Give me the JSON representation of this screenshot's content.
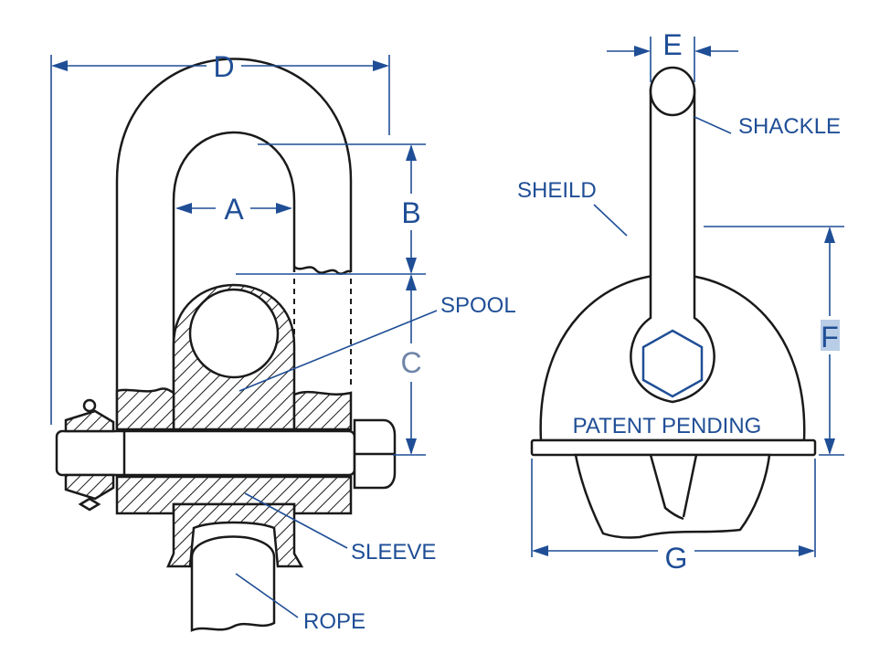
{
  "labels": {
    "a": "A",
    "b": "B",
    "c": "C",
    "d": "D",
    "e": "E",
    "f": "F",
    "g": "G"
  },
  "parts": {
    "spool": "SPOOL",
    "sleeve": "SLEEVE",
    "rope": "ROPE",
    "shackle": "SHACKLE",
    "sheild": "SHEILD"
  },
  "marking": "PATENT PENDING",
  "colors": {
    "label_blue": "#1f4e96",
    "label_c": "#6e84a8",
    "f_highlight": "#b9cde6",
    "ink": "#1a1a1a"
  },
  "icons": {
    "arrowhead": "filled-triangle",
    "hex_nut": "hexagon-outline"
  }
}
